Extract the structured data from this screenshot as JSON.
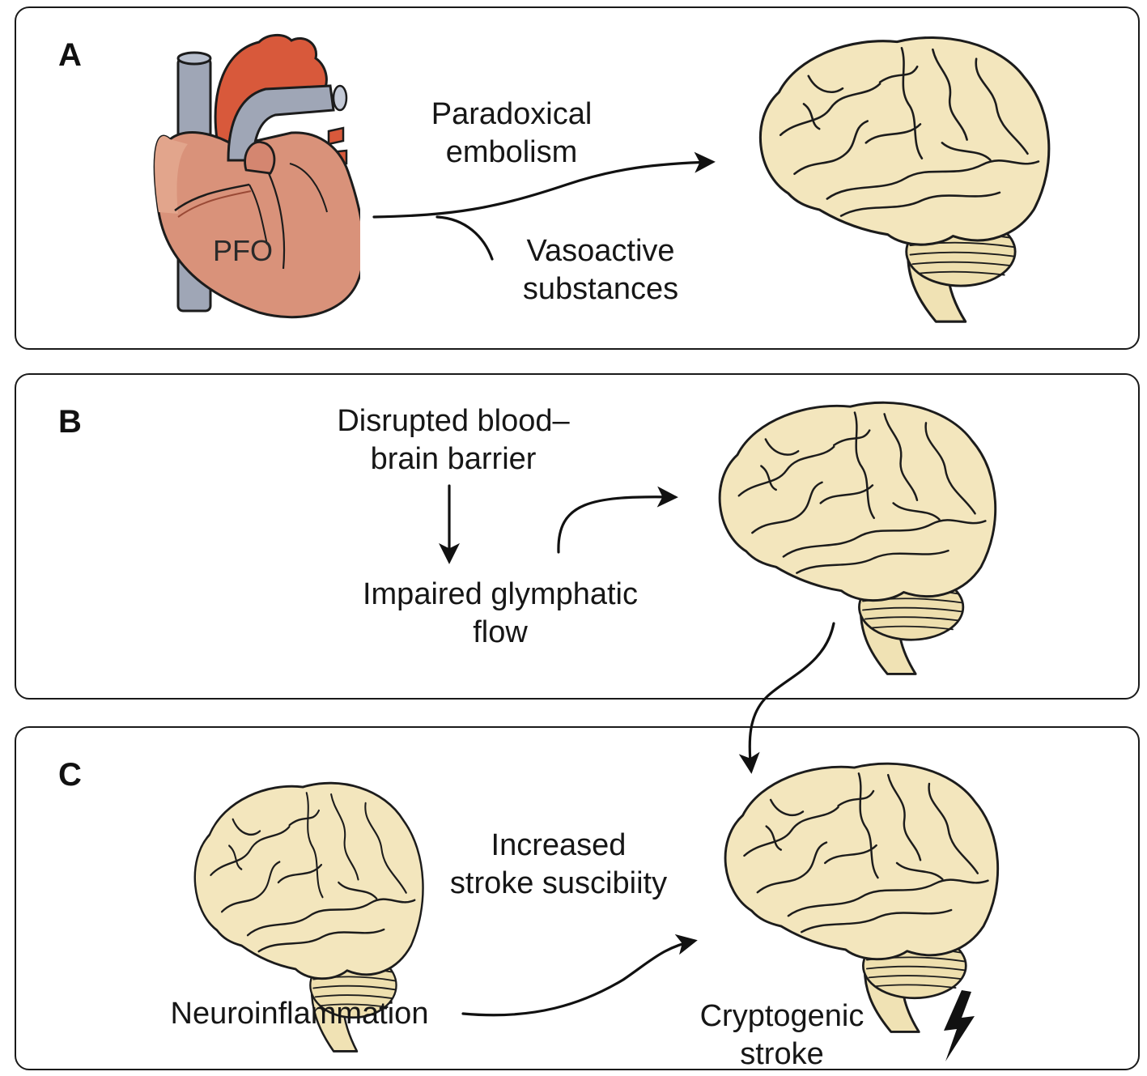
{
  "panels": {
    "a": {
      "letter": "A",
      "heart_label": "PFO",
      "label_paradoxical": [
        "Paradoxical",
        "embolism"
      ],
      "label_vasoactive": [
        "Vasoactive",
        "substances"
      ]
    },
    "b": {
      "letter": "B",
      "label_bbb": [
        "Disrupted blood–",
        "brain barrier"
      ],
      "label_glymphatic": [
        "Impaired glymphatic",
        "flow"
      ]
    },
    "c": {
      "letter": "C",
      "label_stroke_risk": [
        "Increased",
        "stroke suscibiity"
      ],
      "label_neuro": "Neuroinflammation",
      "label_cryptogenic": [
        "Cryptogenic",
        "stroke"
      ]
    }
  },
  "colors": {
    "heart_body": "#d9927a",
    "heart_atrium": "#e2a58c",
    "aorta": "#d8593b",
    "vessels": "#9fa6b6",
    "brain": "#f3e6bd",
    "outline": "#1a1a1a"
  },
  "icons": [
    "heart-illustration",
    "brain-illustration",
    "lightning-bolt-icon",
    "arrow"
  ]
}
